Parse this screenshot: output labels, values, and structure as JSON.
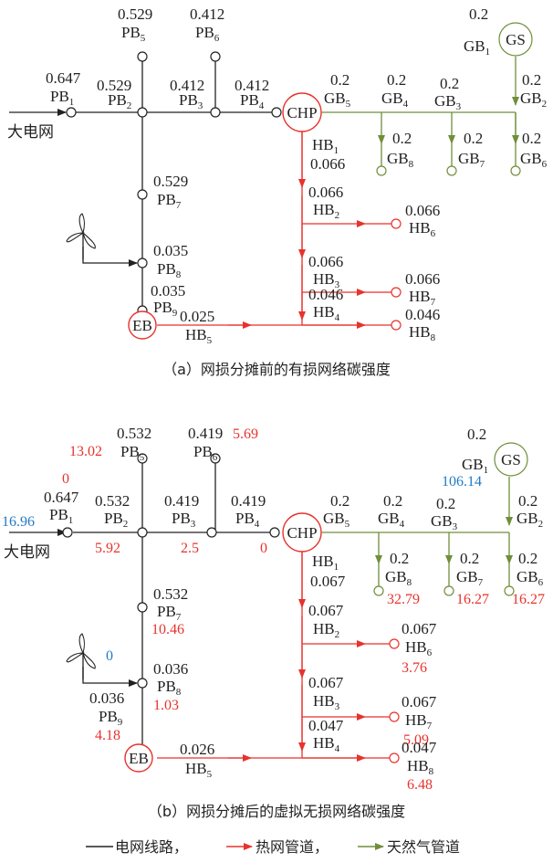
{
  "panel_a": {
    "caption": "（a）网损分摊前的有损网络碳强度",
    "grid_label": "大电网",
    "chp_label": "CHP",
    "gs_label": "GS",
    "eb_label": "EB",
    "pb1": {
      "name": "PB",
      "sub": "1",
      "value": "0.647"
    },
    "pb2": {
      "name": "PB",
      "sub": "2",
      "value": "0.529"
    },
    "pb3": {
      "name": "PB",
      "sub": "3",
      "value": "0.412"
    },
    "pb4": {
      "name": "PB",
      "sub": "4",
      "value": "0.412"
    },
    "pb5": {
      "name": "PB",
      "sub": "5",
      "value": "0.529"
    },
    "pb6": {
      "name": "PB",
      "sub": "6",
      "value": "0.412"
    },
    "pb7": {
      "name": "PB",
      "sub": "7",
      "value": "0.529"
    },
    "pb8": {
      "name": "PB",
      "sub": "8",
      "value": "0.035"
    },
    "pb9": {
      "name": "PB",
      "sub": "9",
      "value": "0.035"
    },
    "gb1": {
      "name": "GB",
      "sub": "1",
      "value": "0.2"
    },
    "gb2": {
      "name": "GB",
      "sub": "2",
      "value": "0.2"
    },
    "gb3": {
      "name": "GB",
      "sub": "3",
      "value": "0.2"
    },
    "gb4": {
      "name": "GB",
      "sub": "4",
      "value": "0.2"
    },
    "gb5": {
      "name": "GB",
      "sub": "5",
      "value": "0.2"
    },
    "gb6": {
      "name": "GB",
      "sub": "6",
      "value": "0.2"
    },
    "gb7": {
      "name": "GB",
      "sub": "7",
      "value": "0.2"
    },
    "gb8": {
      "name": "GB",
      "sub": "8",
      "value": "0.2"
    },
    "hb1": {
      "name": "HB",
      "sub": "1",
      "value": "0.066"
    },
    "hb2": {
      "name": "HB",
      "sub": "2",
      "value": "0.066"
    },
    "hb3": {
      "name": "HB",
      "sub": "3",
      "value": "0.066"
    },
    "hb4": {
      "name": "HB",
      "sub": "4",
      "value": "0.046"
    },
    "hb5": {
      "name": "HB",
      "sub": "5",
      "value": "0.025"
    },
    "hb6": {
      "name": "HB",
      "sub": "6",
      "value": "0.066"
    },
    "hb7": {
      "name": "HB",
      "sub": "7",
      "value": "0.066"
    },
    "hb8": {
      "name": "HB",
      "sub": "8",
      "value": "0.046"
    }
  },
  "panel_b": {
    "caption": "（b）网损分摊后的虚拟无损网络碳强度",
    "grid_label": "大电网",
    "chp_label": "CHP",
    "gs_label": "GS",
    "eb_label": "EB",
    "pb1": {
      "name": "PB",
      "sub": "1",
      "value": "0.647",
      "extra": "16.96"
    },
    "pb2": {
      "name": "PB",
      "sub": "2",
      "value": "0.532",
      "extra": "5.92"
    },
    "pb3": {
      "name": "PB",
      "sub": "3",
      "value": "0.419",
      "extra": "2.5"
    },
    "pb4": {
      "name": "PB",
      "sub": "4",
      "value": "0.419",
      "extra": "0"
    },
    "pb5": {
      "name": "PB",
      "sub": "5",
      "value": "0.532",
      "extra": "13.02",
      "extra2": "0"
    },
    "pb6": {
      "name": "PB",
      "sub": "6",
      "value": "0.419",
      "extra": "5.69"
    },
    "pb7": {
      "name": "PB",
      "sub": "7",
      "value": "0.532",
      "extra": "10.46"
    },
    "pb8": {
      "name": "PB",
      "sub": "8",
      "value": "0.036",
      "extra": "1.03",
      "wind": "0"
    },
    "pb9": {
      "name": "PB",
      "sub": "9",
      "value": "0.036",
      "extra": "4.18"
    },
    "gb1": {
      "name": "GB",
      "sub": "1",
      "value": "0.2",
      "extra": "106.14"
    },
    "gb2": {
      "name": "GB",
      "sub": "2",
      "value": "0.2"
    },
    "gb3": {
      "name": "GB",
      "sub": "3",
      "value": "0.2"
    },
    "gb4": {
      "name": "GB",
      "sub": "4",
      "value": "0.2"
    },
    "gb5": {
      "name": "GB",
      "sub": "5",
      "value": "0.2"
    },
    "gb6": {
      "name": "GB",
      "sub": "6",
      "value": "0.2",
      "extra": "16.27"
    },
    "gb7": {
      "name": "GB",
      "sub": "7",
      "value": "0.2",
      "extra": "16.27"
    },
    "gb8": {
      "name": "GB",
      "sub": "8",
      "value": "0.2",
      "extra": "32.79"
    },
    "hb1": {
      "name": "HB",
      "sub": "1",
      "value": "0.067"
    },
    "hb2": {
      "name": "HB",
      "sub": "2",
      "value": "0.067"
    },
    "hb3": {
      "name": "HB",
      "sub": "3",
      "value": "0.067"
    },
    "hb4": {
      "name": "HB",
      "sub": "4",
      "value": "0.047"
    },
    "hb5": {
      "name": "HB",
      "sub": "5",
      "value": "0.026"
    },
    "hb6": {
      "name": "HB",
      "sub": "6",
      "value": "0.067",
      "extra": "3.76"
    },
    "hb7": {
      "name": "HB",
      "sub": "7",
      "value": "0.067",
      "extra": "5.09"
    },
    "hb8": {
      "name": "HB",
      "sub": "8",
      "value": "0.047",
      "extra": "6.48"
    }
  },
  "legend": {
    "power_line": "电网线路，",
    "heat_pipe": "热网管道，",
    "gas_pipe": "天然气管道"
  },
  "colors": {
    "power": "#222222",
    "heat": "#e8322c",
    "gas": "#6f8f3a",
    "blue_value": "#1f7ac7"
  }
}
